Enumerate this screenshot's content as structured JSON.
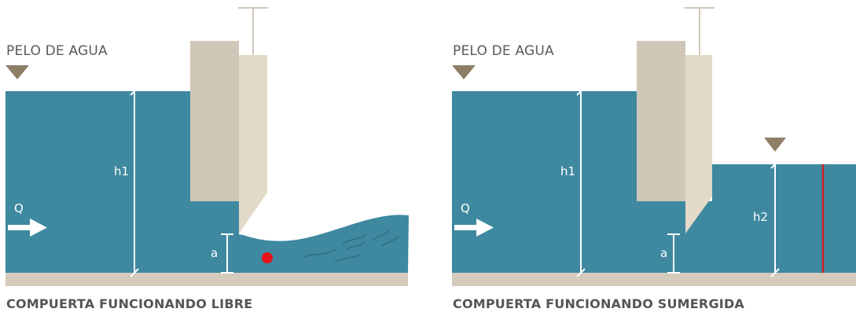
{
  "colors": {
    "water": "#3e88a0",
    "ground": "#d4cbbd",
    "gate_dark": "#d0c7b8",
    "gate_light": "#e3d9c9",
    "marker": "#8c7f66",
    "dim_line": "#ffffff",
    "red_marker": "#d21f1f",
    "ripple": "#2f6f82",
    "text_grey": "#5a5a5a"
  },
  "panels": [
    {
      "id": "free",
      "top_label": "PELO DE AGUA",
      "h1_label": "h1",
      "a_label": "a",
      "flow_label": "Q",
      "caption": "COMPUERTA FUNCIONANDO LIBRE",
      "icons": [
        "water-level-marker-icon",
        "flow-arrow-icon",
        "red-dot-icon"
      ]
    },
    {
      "id": "submerged",
      "top_label": "PELO DE AGUA",
      "h1_label": "h1",
      "h2_label": "h2",
      "a_label": "a",
      "flow_label": "Q",
      "caption": "COMPUERTA FUNCIONANDO SUMERGIDA",
      "icons": [
        "water-level-marker-icon",
        "flow-arrow-icon",
        "downstream-level-marker-icon"
      ]
    }
  ]
}
